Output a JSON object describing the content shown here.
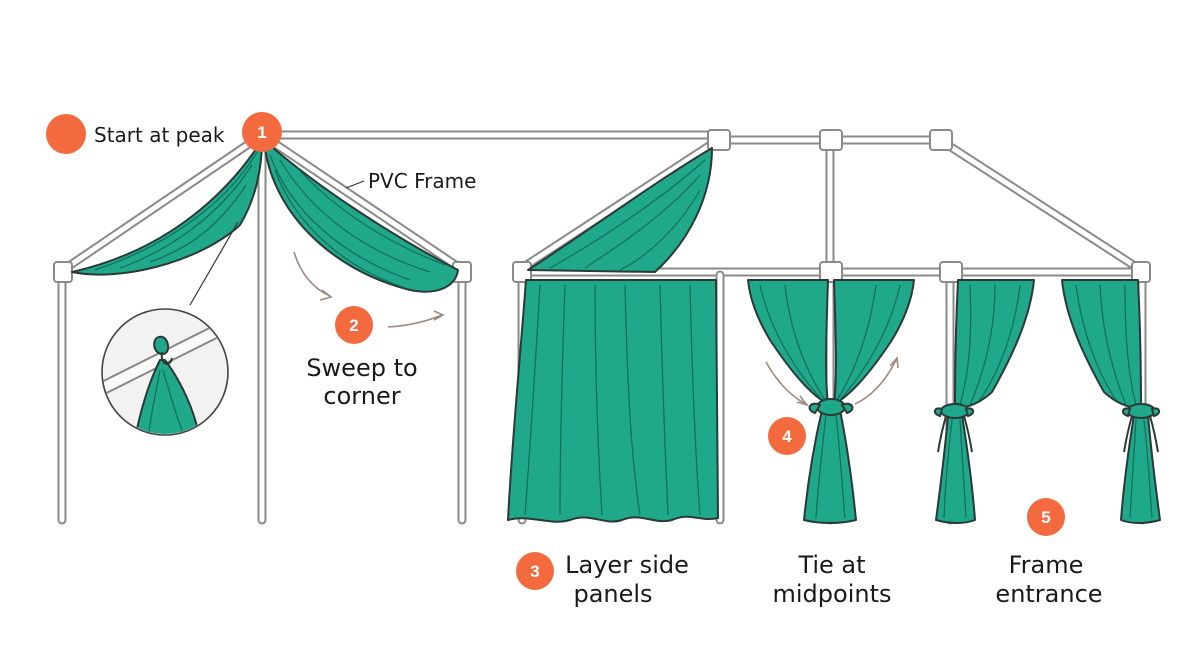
{
  "legend": {
    "label": "Start at peak",
    "color": "#f26a3d"
  },
  "callouts": {
    "frame_label": "PVC Frame"
  },
  "steps": [
    {
      "num": "1",
      "label": ""
    },
    {
      "num": "2",
      "label_line1": "Sweep to",
      "label_line2": "corner"
    },
    {
      "num": "3",
      "label_line1": "Layer side",
      "label_line2": "panels"
    },
    {
      "num": "4",
      "label_line1": "Tie at",
      "label_line2": "midpoints"
    },
    {
      "num": "5",
      "label_line1": "Frame",
      "label_line2": "entrance"
    }
  ],
  "colors": {
    "fabric": "#1fa88a",
    "pipe": "#8a8a8a",
    "badge": "#f26a3d"
  }
}
